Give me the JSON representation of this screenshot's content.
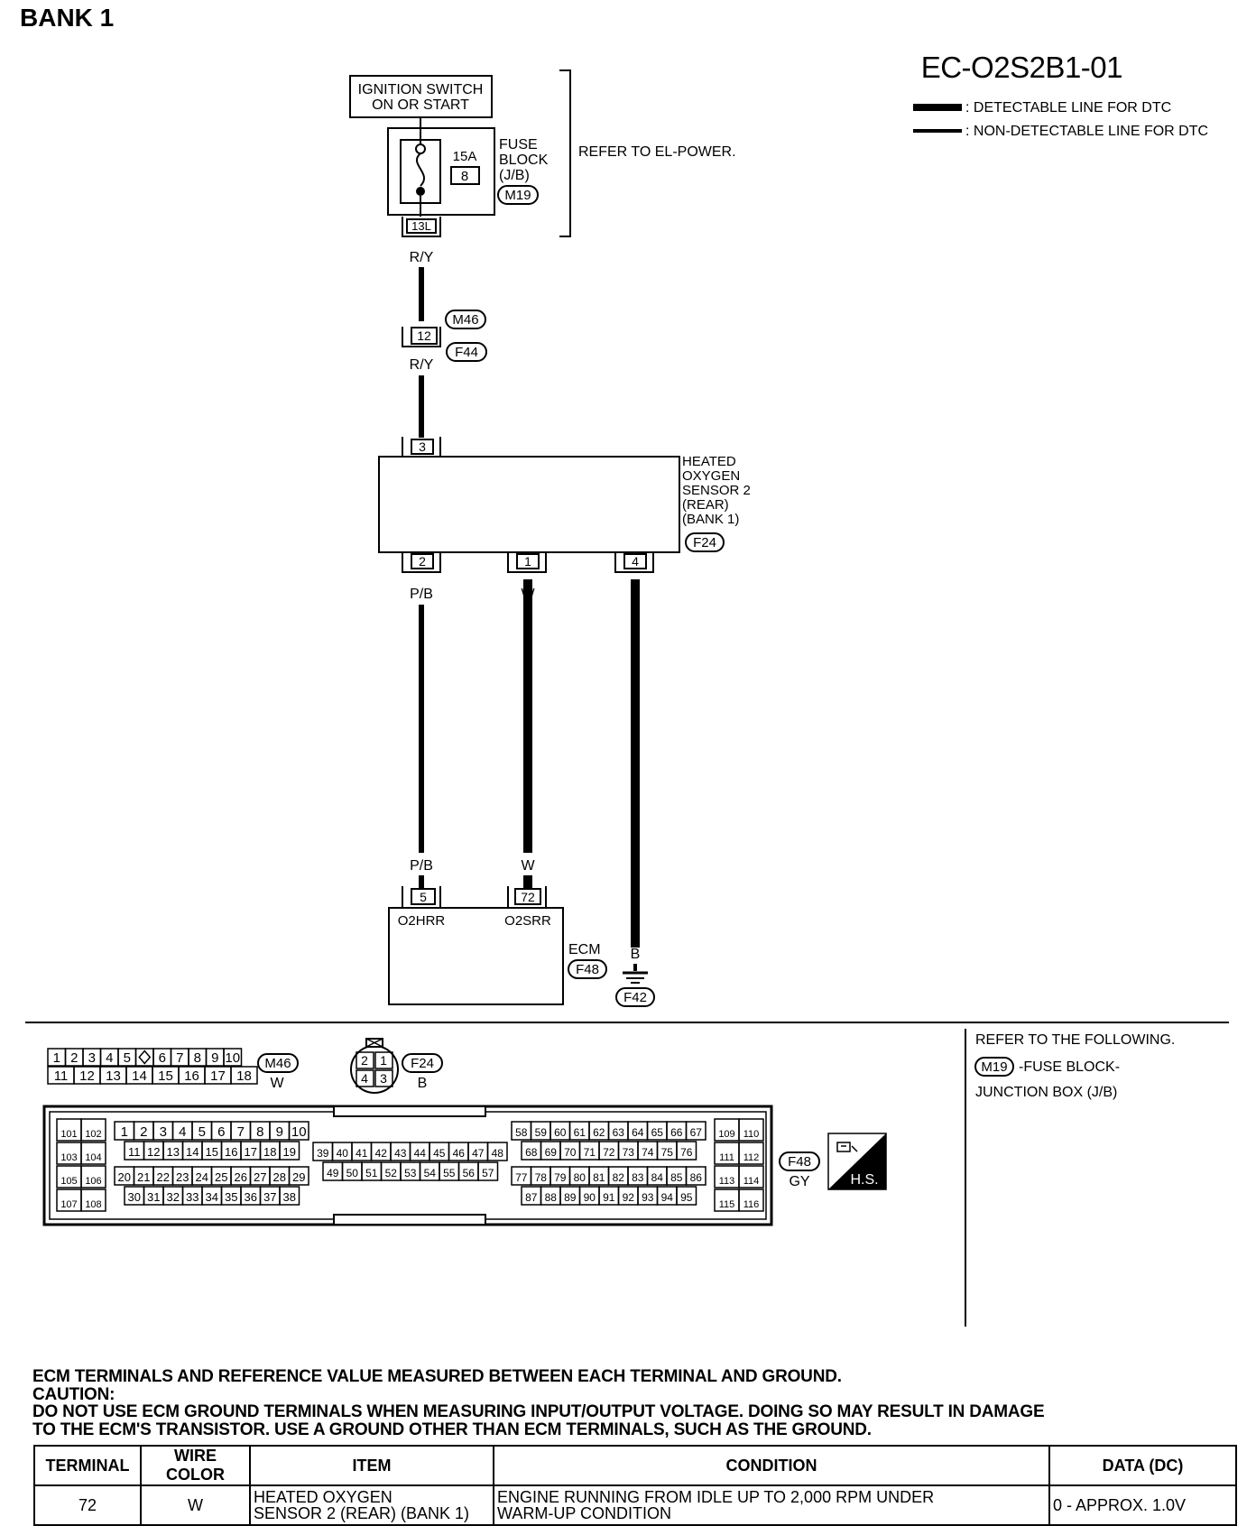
{
  "page": {
    "title": "BANK 1",
    "diagram_code": "EC-O2S2B1-01"
  },
  "legend": {
    "detectable": ": DETECTABLE LINE FOR DTC",
    "non_detectable": ": NON-DETECTABLE LINE FOR DTC"
  },
  "circuit": {
    "ignition_line1": "IGNITION SWITCH",
    "ignition_line2": "ON OR START",
    "fuse_amp": "15A",
    "fuse_no": "8",
    "fuse_block_lines": [
      "FUSE",
      "BLOCK",
      "(J/B)"
    ],
    "fuse_block_conn": "M19",
    "refer_el": "REFER TO EL-POWER.",
    "fuse_terminal": "13L",
    "wire_ry_1": "R/Y",
    "joint_conn_top": "M46",
    "joint_terminal": "12",
    "joint_conn_bottom": "F44",
    "wire_ry_2": "R/Y",
    "sensor_term_top": "3",
    "sensor_name_lines": [
      "HEATED",
      "OXYGEN",
      "SENSOR 2",
      "(REAR)",
      "(BANK 1)"
    ],
    "sensor_conn": "F24",
    "sensor_terms": [
      "2",
      "1",
      "4"
    ],
    "wire_colors_top": [
      "P/B",
      "W",
      "B"
    ],
    "wire_colors_bottom": [
      "P/B",
      "W"
    ],
    "ecm_terms": [
      "5",
      "72"
    ],
    "ecm_signals": [
      "O2HRR",
      "O2SRR"
    ],
    "ecm_label": "ECM",
    "ecm_conn": "F48",
    "ground_wire": "B",
    "ground_conn": "F42"
  },
  "connectors": {
    "m46_row1": [
      "1",
      "2",
      "3",
      "4",
      "5",
      "",
      "6",
      "7",
      "8",
      "9",
      "10"
    ],
    "m46_row2": [
      "11",
      "12",
      "13",
      "14",
      "15",
      "16",
      "17",
      "18"
    ],
    "m46_label": "M46",
    "m46_color": "W",
    "f24_pins": [
      "2",
      "1",
      "4",
      "3"
    ],
    "f24_label": "F24",
    "f24_color": "B",
    "f48_label": "F48",
    "f48_color": "GY",
    "hs_badge": "H.S.",
    "ecm_grid": {
      "left": [
        [
          "101",
          "102"
        ],
        [
          "103",
          "104"
        ],
        [
          "105",
          "106"
        ],
        [
          "107",
          "108"
        ]
      ],
      "a1": [
        "1",
        "2",
        "3",
        "4",
        "5",
        "6",
        "7",
        "8",
        "9",
        "10"
      ],
      "a2": [
        "11",
        "12",
        "13",
        "14",
        "15",
        "16",
        "17",
        "18",
        "19"
      ],
      "a3": [
        "20",
        "21",
        "22",
        "23",
        "24",
        "25",
        "26",
        "27",
        "28",
        "29"
      ],
      "a4": [
        "30",
        "31",
        "32",
        "33",
        "34",
        "35",
        "36",
        "37",
        "38"
      ],
      "b1": [
        "39",
        "40",
        "41",
        "42",
        "43",
        "44",
        "45",
        "46",
        "47",
        "48"
      ],
      "b2": [
        "49",
        "50",
        "51",
        "52",
        "53",
        "54",
        "55",
        "56",
        "57"
      ],
      "c1": [
        "58",
        "59",
        "60",
        "61",
        "62",
        "63",
        "64",
        "65",
        "66",
        "67"
      ],
      "c2": [
        "68",
        "69",
        "70",
        "71",
        "72",
        "73",
        "74",
        "75",
        "76"
      ],
      "c3": [
        "77",
        "78",
        "79",
        "80",
        "81",
        "82",
        "83",
        "84",
        "85",
        "86"
      ],
      "c4": [
        "87",
        "88",
        "89",
        "90",
        "91",
        "92",
        "93",
        "94",
        "95"
      ],
      "right": [
        [
          "109",
          "110"
        ],
        [
          "111",
          "112"
        ],
        [
          "113",
          "114"
        ],
        [
          "115",
          "116"
        ]
      ]
    }
  },
  "refer": {
    "heading": "REFER TO THE FOLLOWING.",
    "conn": "M19",
    "line1": "-FUSE BLOCK-",
    "line2": "JUNCTION BOX (J/B)"
  },
  "notes": {
    "line1": "ECM TERMINALS AND REFERENCE VALUE MEASURED BETWEEN EACH TERMINAL AND GROUND.",
    "line2": "CAUTION:",
    "line3": "DO NOT USE ECM GROUND TERMINALS WHEN MEASURING INPUT/OUTPUT VOLTAGE. DOING SO MAY RESULT IN DAMAGE",
    "line4": "TO THE ECM'S TRANSISTOR. USE A GROUND OTHER THAN ECM TERMINALS, SUCH AS THE GROUND."
  },
  "table": {
    "headers": [
      "TERMINAL",
      "WIRE COLOR",
      "ITEM",
      "CONDITION",
      "DATA (DC)"
    ],
    "row": {
      "terminal": "72",
      "wire_color": "W",
      "item_line1": "HEATED OXYGEN",
      "item_line2": "SENSOR 2 (REAR) (BANK 1)",
      "condition_line1": "ENGINE RUNNING FROM IDLE UP TO 2,000 RPM UNDER",
      "condition_line2": "WARM-UP CONDITION",
      "data": "0 - APPROX. 1.0V"
    }
  }
}
